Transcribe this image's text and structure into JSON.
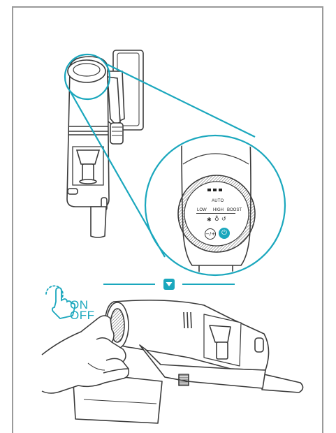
{
  "colors": {
    "accent": "#1aa7bd",
    "line": "#3a3a3a",
    "frame": "#9a9a9a"
  },
  "power_labels": {
    "on": "ON",
    "off": "OFF"
  },
  "control_panel": {
    "mode_top": "AUTO",
    "mode_low": "LOW",
    "mode_high": "HIGH",
    "mode_boost": "BOOST"
  },
  "icons": [
    "touch-tap-icon",
    "arrow-down-icon",
    "power-icon",
    "mode-cycle-icon",
    "droplet-icon"
  ]
}
